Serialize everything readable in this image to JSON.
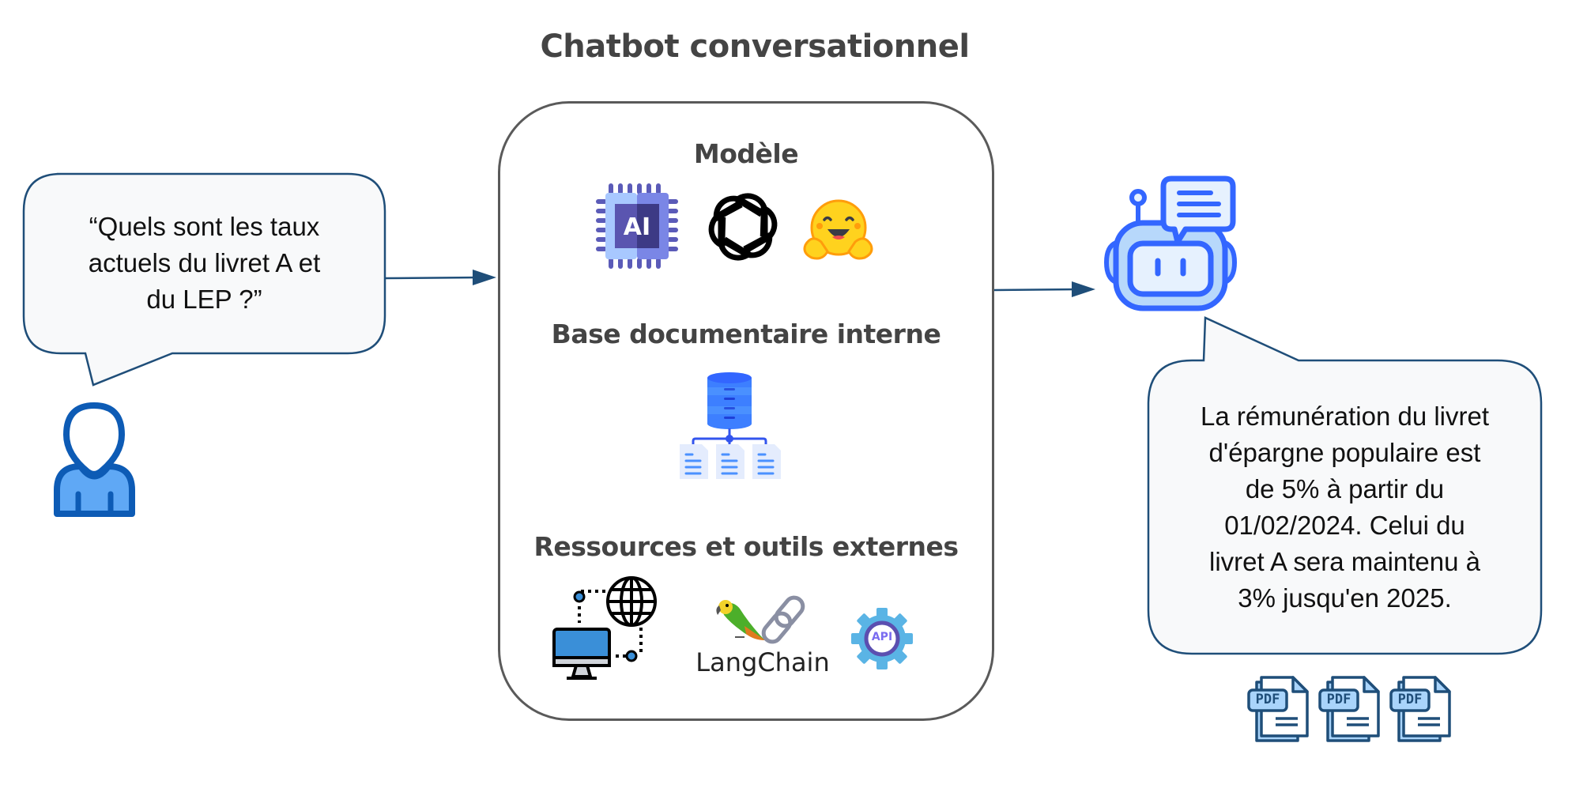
{
  "diagram": {
    "title": "Chatbot conversationnel",
    "user": {
      "icon": "user-icon",
      "question": "“Quels sont les taux actuels du livret A et du LEP ?”",
      "question_lines": [
        "“Quels sont les taux",
        "actuels du livret A et",
        "du LEP ?”"
      ]
    },
    "chatbot": {
      "sections": [
        {
          "title": "Modèle",
          "icons": [
            "ai-chip-icon",
            "openai-logo-icon",
            "hugging-face-icon"
          ]
        },
        {
          "title": "Base documentaire interne",
          "icons": [
            "database-documents-icon"
          ]
        },
        {
          "title": "Ressources et outils externes",
          "icons": [
            "web-network-icon",
            "langchain-logo-icon",
            "api-gear-icon"
          ],
          "langchain_label": "LangChain",
          "api_label": "API"
        }
      ]
    },
    "bot": {
      "icon": "robot-chat-icon",
      "answer": "La rémunération du livret d'épargne populaire est de 5% à partir du 01/02/2024. Celui du livret A sera maintenu à 3% jusqu'en 2025.",
      "answer_lines": [
        "La rémunération du livret",
        "d'épargne populaire est",
        "de 5% à partir du",
        "01/02/2024. Celui du",
        "livret A sera maintenu à",
        "3% jusqu'en 2025."
      ],
      "sources": [
        {
          "icon": "pdf-file-icon",
          "label": "PDF"
        },
        {
          "icon": "pdf-file-icon",
          "label": "PDF"
        },
        {
          "icon": "pdf-file-icon",
          "label": "PDF"
        }
      ]
    },
    "colors": {
      "bubble_border": "#1f4e79",
      "bubble_fill": "#f8f9fa",
      "arrow": "#1f4e79",
      "frame": "#5a5a5a",
      "title": "#444444",
      "icon_blue": "#3366ff"
    }
  }
}
